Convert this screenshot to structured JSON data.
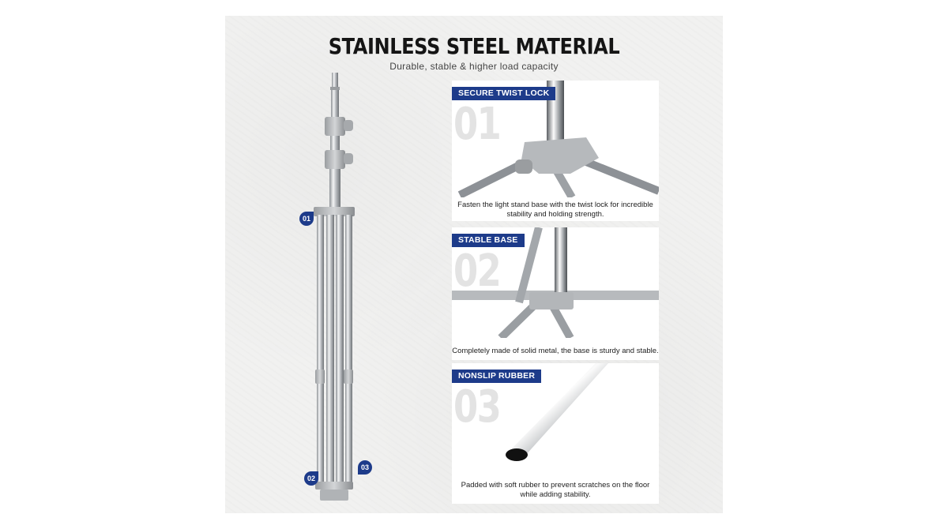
{
  "header": {
    "title": "STAINLESS STEEL MATERIAL",
    "subtitle": "Durable, stable & higher load capacity"
  },
  "callouts": [
    {
      "number_label": "01"
    },
    {
      "number_label": "02"
    },
    {
      "number_label": "03"
    }
  ],
  "features": [
    {
      "tag": "SECURE TWIST LOCK",
      "number": "01",
      "caption": "Fasten the light stand base with the twist lock for incredible stability and holding strength."
    },
    {
      "tag": "STABLE BASE",
      "number": "02",
      "caption": "Completely made of solid metal, the base is sturdy and stable."
    },
    {
      "tag": "NONSLIP RUBBER",
      "number": "03",
      "caption": "Padded with soft rubber to prevent scratches on the floor while adding stability."
    }
  ],
  "colors": {
    "accent_blue": "#1d3b8a",
    "background": "#f1f1f0",
    "steel": "#c9ccd0",
    "knob_gray": "#a8abae"
  }
}
